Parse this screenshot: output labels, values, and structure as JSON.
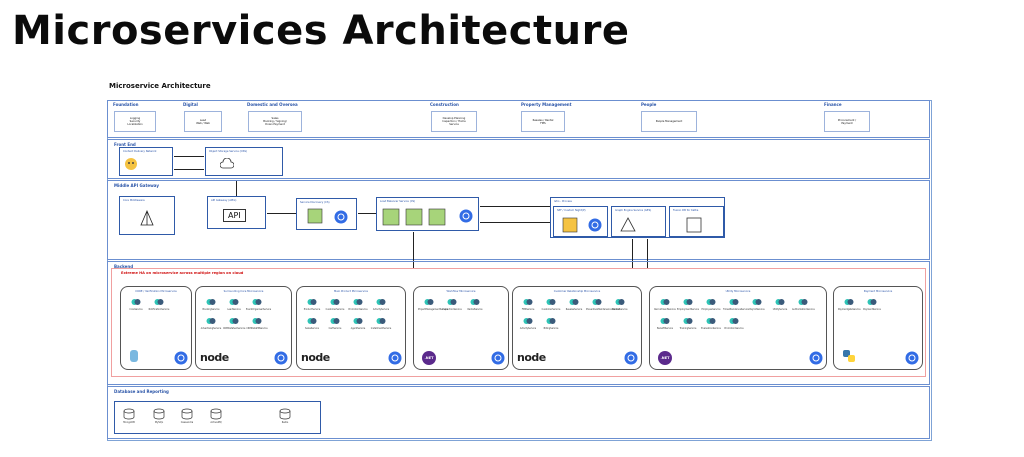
{
  "page_title": "Microservices Architecture",
  "diagram_title": "Microservice Architecture",
  "domains": [
    {
      "name": "Foundation",
      "box": "Logging\nSecurity\nLocalization"
    },
    {
      "name": "Digital",
      "box": "Lead\nWeb / Web"
    },
    {
      "name": "Domestic and Oversea",
      "box": "Sales\nBooking / Signing/\nDown Payment"
    },
    {
      "name": "Construction",
      "box": "Develop Planning\nInspection / Home\nService"
    },
    {
      "name": "Property Management",
      "box": "Resales / Rental\nFMS"
    },
    {
      "name": "People",
      "box": "People Management"
    },
    {
      "name": "Finance",
      "box": "Procurement /\nPayment"
    }
  ],
  "bands": {
    "front_end": "Front End",
    "middle": "Middle API Gateway",
    "backend": "Backend",
    "db": "Database and Reporting"
  },
  "front_end": {
    "cdn": "Content Delivery Network",
    "oss": "Object Storage Service (OSS)"
  },
  "middle": {
    "core": "Core Middleware",
    "api_gw": "API Gateway (APIG)",
    "api_text": "API",
    "svc_disc": "Service Discovery (CS)",
    "lb": "Load Balancer Service (CS)",
    "istio": "Istio - Process",
    "spf": "SPF / Custom Night(P)",
    "graph": "Graph Engine Service (GES)",
    "fnf": "Fusion DB for Kafka"
  },
  "ha_label": "Extreme HA on microservice across multiple region on cloud",
  "groups": [
    {
      "title": "CORE / Verification Microservice",
      "services": [
        "CoreService",
        "NotificationService"
      ],
      "runtime": "k8s"
    },
    {
      "title": "Surrounding Core Microservice",
      "services": [
        "BookingService",
        "LeadService",
        "EventOrganiserService",
        "AdvertisingService",
        "CRMDataSenService",
        "CRMDataPNService"
      ],
      "runtime": "node"
    },
    {
      "title": "Main Product Microservice",
      "services": [
        "ProductService",
        "CustomerService",
        "PromotionService",
        "ActivityService",
        "SalesService",
        "CartService",
        "AgentService",
        "InstallmentService"
      ],
      "runtime": "node"
    },
    {
      "title": "Workflow Microservice",
      "services": [
        "ProjectManagementService",
        "InspectionService",
        "RentalService"
      ],
      "runtime": "net"
    },
    {
      "title": "Customer Relationship Microservice",
      "services": [
        "FMSService",
        "CustomerService",
        "ResalesService",
        "PreventiveMaintenanceService",
        "RentalService",
        "ActivityService",
        "BillingService"
      ],
      "runtime": "node"
    },
    {
      "title": "Utility Microservice",
      "services": [
        "RecruitmentService",
        "EmploymentService",
        "EmployeeService",
        "TimeAttendanceService",
        "PayrollService",
        "UtilityService",
        "AuthorizationService",
        "BenefitService",
        "TrainingService",
        "EvaluationService",
        "PromotionService"
      ],
      "runtime": "net"
    },
    {
      "title": "Payment Microservice",
      "services": [
        "PaymentgateService",
        "PaymentService"
      ],
      "runtime": "python"
    }
  ],
  "databases": [
    "MongoDB",
    "MySQL",
    "Cassandra",
    "ActiveMQ",
    "Redis"
  ],
  "node_label": "node",
  "net_label": ".NET"
}
